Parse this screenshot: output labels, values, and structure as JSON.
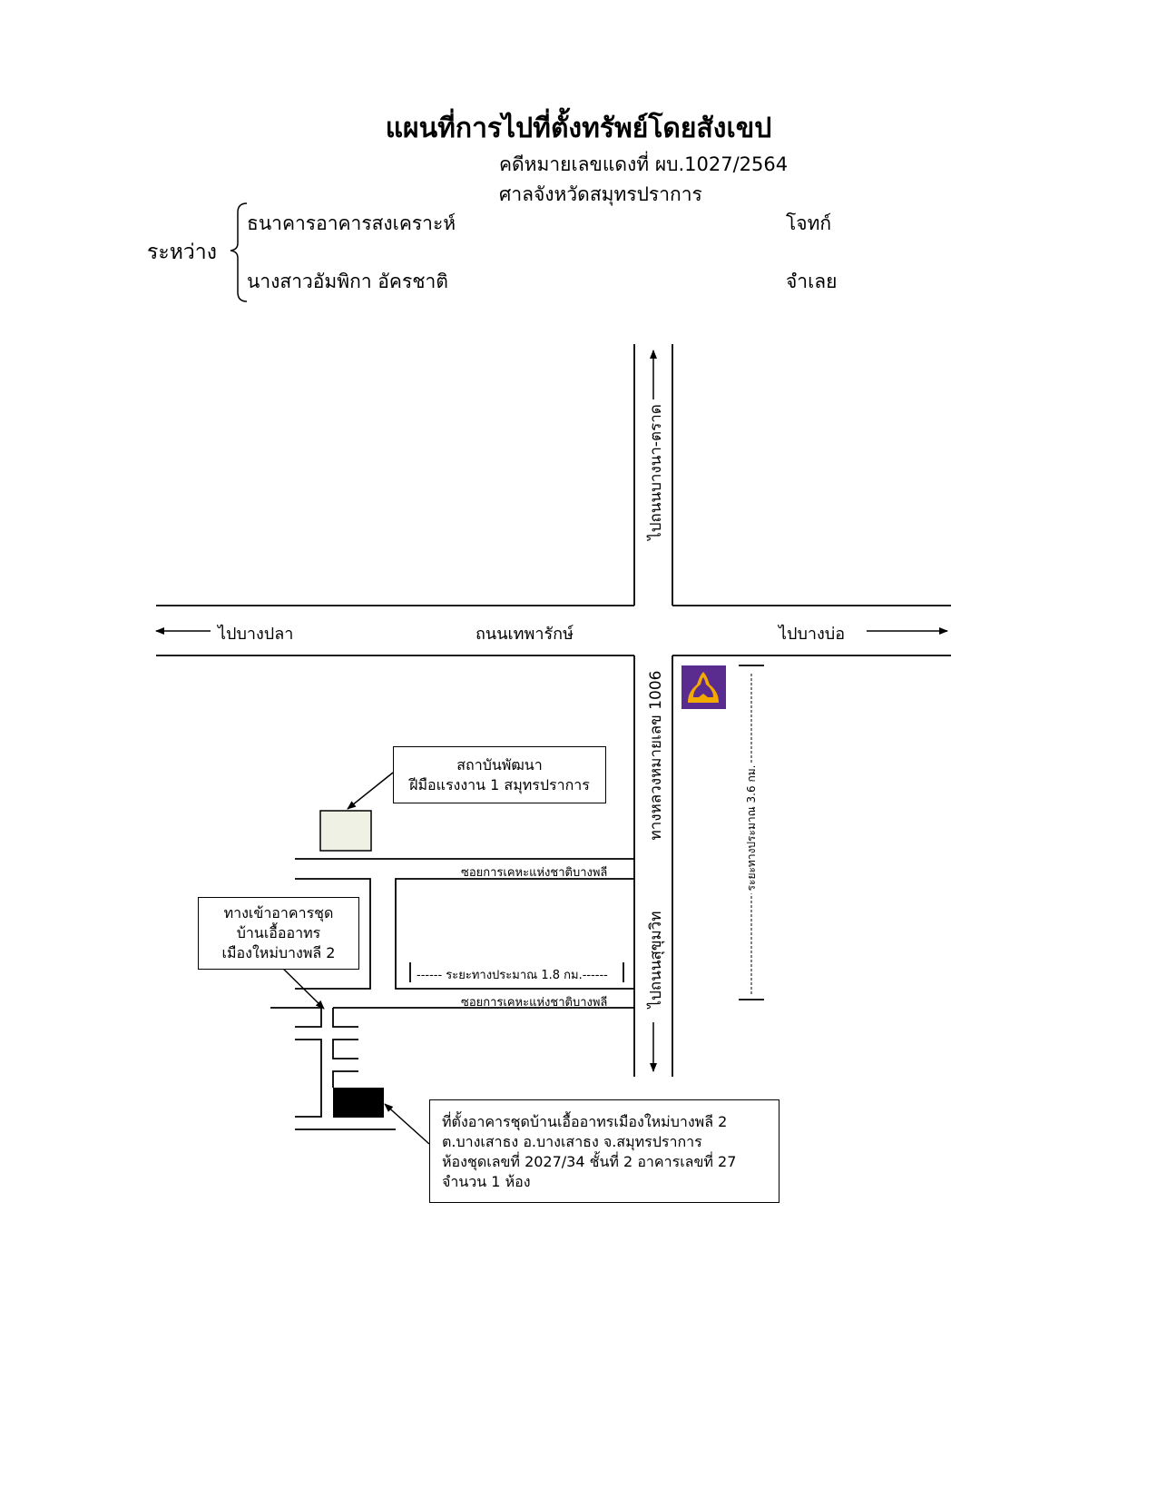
{
  "title": "แผนที่การไปที่ตั้งทรัพย์โดยสังเขป",
  "case_number": "คดีหมายเลขแดงที่  ผบ.1027/2564",
  "court": "ศาลจังหวัดสมุทรปราการ",
  "between_label": "ระหว่าง",
  "plaintiff": {
    "name": "ธนาคารอาคารสงเคราะห์",
    "role": "โจทก์"
  },
  "defendant": {
    "name": "นางสาวอัมพิกา อัครชาติ",
    "role": "จำเลย"
  },
  "map": {
    "road_main_name": "ถนนเทพารักษ์",
    "to_bangpla": "ไปบางปลา",
    "to_bangbo": "ไปบางบ่อ",
    "to_north": "ไปถนนบางนา-ตราด",
    "highway": "ทางหลวงหมายเลข 1006",
    "to_south": "ไปถนนสุขุมวิท",
    "distance_right": "ระยะทางประมาณ 3.6 กม.",
    "distance_mid": "------ ระยะทางประมาณ 1.8 กม.------",
    "soi_upper": "ซอยการเคหะแห่งชาติบางพลี",
    "soi_lower": "ซอยการเคหะแห่งชาติบางพลี",
    "institute_line1": "สถาบันพัฒนา",
    "institute_line2": "ฝีมือแรงงาน 1 สมุทรปราการ",
    "entrance_line1": "ทางเข้าอาคารชุด",
    "entrance_line2": "บ้านเอื้ออาทร",
    "entrance_line3": "เมืองใหม่บางพลี 2",
    "location_line1": "ที่ตั้งอาคารชุดบ้านเอื้ออาทรเมืองใหม่บางพลี 2",
    "location_line2": "ต.บางเสาธง อ.บางเสาธง จ.สมุทรปราการ",
    "location_line3": "ห้องชุดเลขที่ 2027/34 ชั้นที่ 2 อาคารเลขที่ 27",
    "location_line4": "จำนวน 1 ห้อง",
    "bank_logo_color": "#5b2c8f",
    "bank_logo_accent": "#f2a900",
    "institute_fill": "#eef1e4",
    "property_fill": "#000000"
  }
}
